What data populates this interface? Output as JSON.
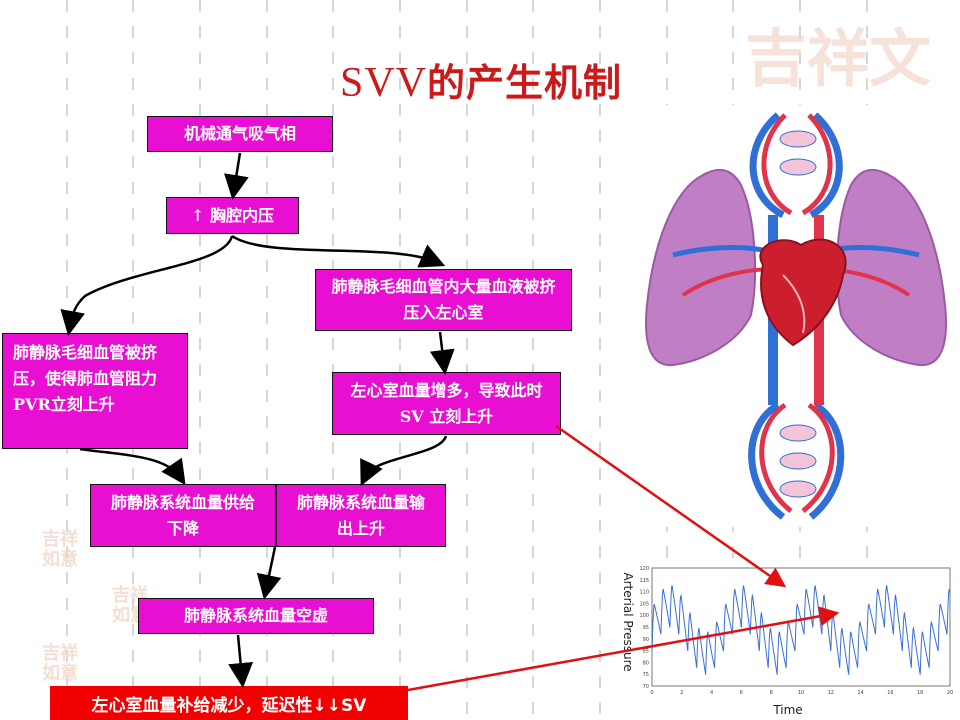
{
  "title": {
    "latin": "SVV",
    "cjk": "的产生机制"
  },
  "watermark": {
    "top_right": "吉祥文",
    "small": "吉祥如意"
  },
  "boxes": {
    "ventilation": "机械通气吸气相",
    "thoracic": "↑ 胸腔内压",
    "pulm_capillary_squeeze": "肺静脉毛细血管内大量血液被挤压入左心室",
    "pvr_rise": "肺静脉毛细血管被挤压，使得肺血管阻力 PVR立刻上升",
    "lv_increase": "左心室血量增多，导致此时 SV 立刻上升",
    "supply_drop": "肺静脉系统血量供给下降",
    "output_rise": "肺静脉系统血量输出上升",
    "empty": "肺静脉系统血量空虚"
  },
  "red_box": "左心室血量补给减少，延迟性↓↓SV",
  "colors": {
    "box": "#e80fd2",
    "title": "#cc1a1a",
    "red": "#f00000",
    "waveform": "#3a6fd8"
  },
  "chart_data": {
    "type": "line",
    "xlabel": "Time",
    "ylabel": "Arterial Pressure",
    "x_ticks": [
      "0",
      "2",
      "4",
      "6",
      "8",
      "10",
      "12",
      "14",
      "16",
      "18",
      "20"
    ],
    "y_ticks": [
      "120",
      "115",
      "110",
      "105",
      "100",
      "95",
      "90",
      "85",
      "80",
      "75",
      "70"
    ],
    "xlim": [
      0,
      20
    ],
    "ylim": [
      70,
      120
    ],
    "series": [
      {
        "values_desc": "",
        "baseline": 92,
        "pulse_amplitude": 18,
        "resp_amplitude": 10,
        "pulse_period": 0.6,
        "resp_period": 4.8
      }
    ]
  }
}
